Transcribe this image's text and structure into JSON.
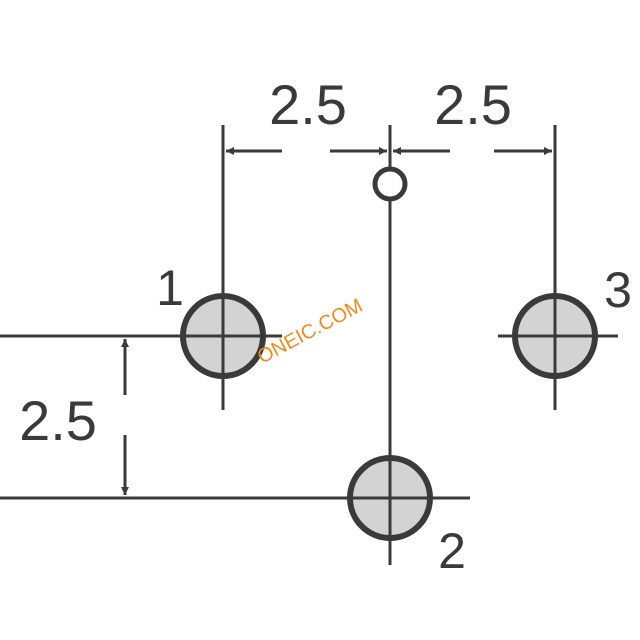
{
  "dimensions": {
    "top_left": "2.5",
    "top_right": "2.5",
    "left_vertical": "2.5"
  },
  "pins": {
    "pin1": "1",
    "pin2": "2",
    "pin3": "3"
  },
  "watermark": "ONEIC.COM",
  "colors": {
    "line": "#3a3a3a",
    "pad_fill": "#d3d3d3",
    "watermark": "#f08a1c"
  }
}
